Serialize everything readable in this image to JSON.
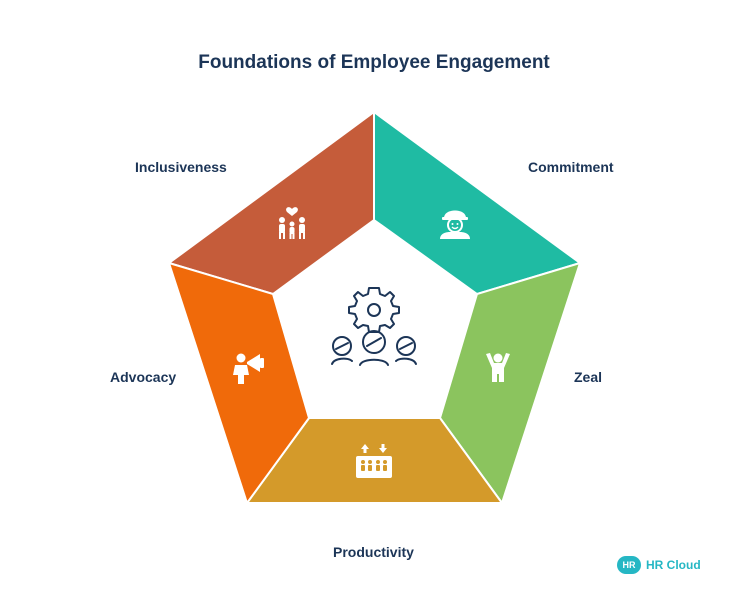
{
  "title": "Foundations of Employee Engagement",
  "segments": [
    {
      "label": "Inclusiveness",
      "color": "#c55c3a",
      "icon": "family-heart-icon"
    },
    {
      "label": "Commitment",
      "color": "#1fbba3",
      "icon": "worker-helmet-icon"
    },
    {
      "label": "Zeal",
      "color": "#8bc45e",
      "icon": "cheering-person-icon"
    },
    {
      "label": "Productivity",
      "color": "#d49a2a",
      "icon": "team-board-arrows-icon"
    },
    {
      "label": "Advocacy",
      "color": "#f06a0a",
      "icon": "person-megaphone-icon"
    }
  ],
  "center_icon": "gear-team-icon",
  "logo": {
    "badge": "HR",
    "text": "HR Cloud"
  }
}
